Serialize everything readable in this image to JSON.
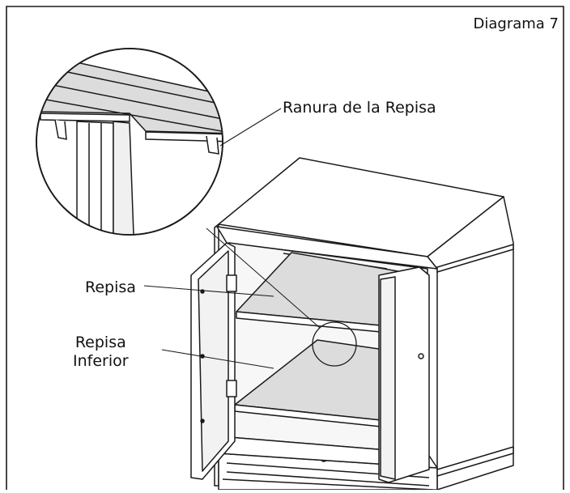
{
  "labels": {
    "diagram_title": "Diagrama 7",
    "shelf_slot": "Ranura de la Repisa",
    "shelf": "Repisa",
    "lower_shelf_line1": "Repisa",
    "lower_shelf_line2": "Inferior"
  },
  "colors": {
    "line": "#1a1a1a",
    "shelf_fill": "#dcdcdc",
    "cabinet_fill": "#ffffff",
    "background": "#ffffff"
  }
}
